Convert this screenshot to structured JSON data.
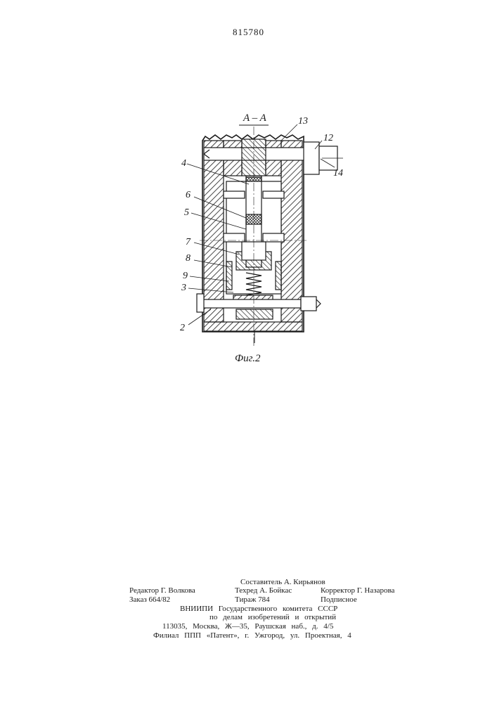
{
  "document": {
    "patent_number": "815780"
  },
  "drawing": {
    "section_label": "A – A",
    "figure_caption": "Фиг.2",
    "part_labels": {
      "p2": "2",
      "p3": "3",
      "p4": "4",
      "p5": "5",
      "p6": "6",
      "p7": "7",
      "p8": "8",
      "p9": "9",
      "p12": "12",
      "p13": "13",
      "p14": "14"
    }
  },
  "imprint": {
    "compiler": "Составитель А. Кирьянов",
    "editor": "Редактор Г. Волкова",
    "techred": "Техред А. Бойкас",
    "corrector": "Корректор Г. Назарова",
    "order": "Заказ 664/82",
    "circulation": "Тираж 784",
    "subscription": "Подписное",
    "institute": "ВНИИПИ Государственного комитета СССР",
    "institute_dept": "по делам изобретений и открытий",
    "address": "113035, Москва, Ж—35, Раушская наб., д. 4/5",
    "branch": "Филиал ППП «Патент», г. Ужгород, ул. Проектная, 4"
  }
}
